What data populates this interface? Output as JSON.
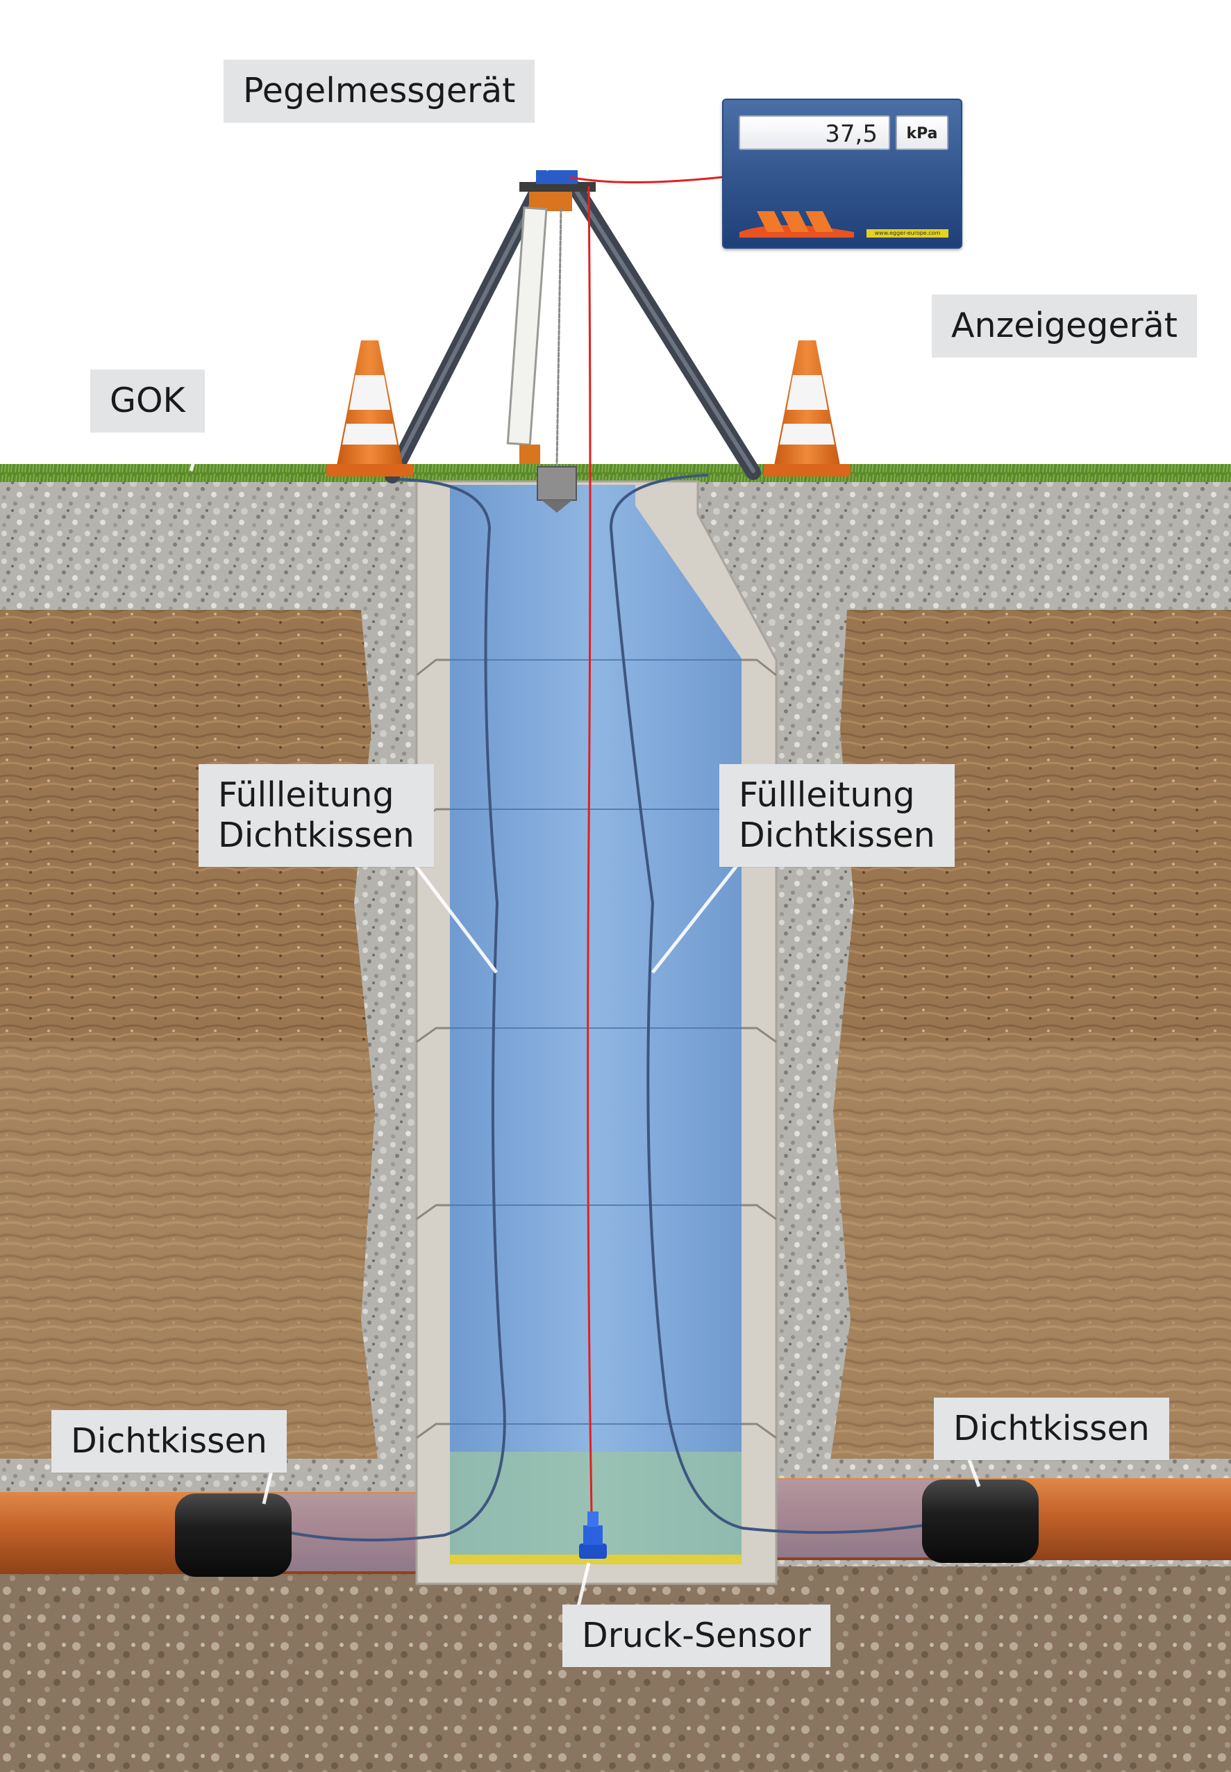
{
  "labels": {
    "pegelmessgeraet": "Pegelmessgerät",
    "anzeigegeraet": "Anzeigegerät",
    "gok": "GOK",
    "fuellleitung_left": [
      "Füllleitung",
      "Dichtkissen"
    ],
    "fuellleitung_right": [
      "Füllleitung",
      "Dichtkissen"
    ],
    "dichtkissen_left": "Dichtkissen",
    "dichtkissen_right": "Dichtkissen",
    "druck_sensor": "Druck-Sensor"
  },
  "display": {
    "value": "37,5",
    "unit": "kPa",
    "url": "www.egger-europe.com"
  },
  "colors": {
    "water": "#7ba7d9",
    "concrete": "#cfcac2",
    "soil": "#9b7a55",
    "gravel": "#b8b6b1",
    "pipe": "#c96a2e",
    "cable_red": "#e02020",
    "display_blue": "#2a4a80",
    "cone_orange": "#e8731f"
  }
}
